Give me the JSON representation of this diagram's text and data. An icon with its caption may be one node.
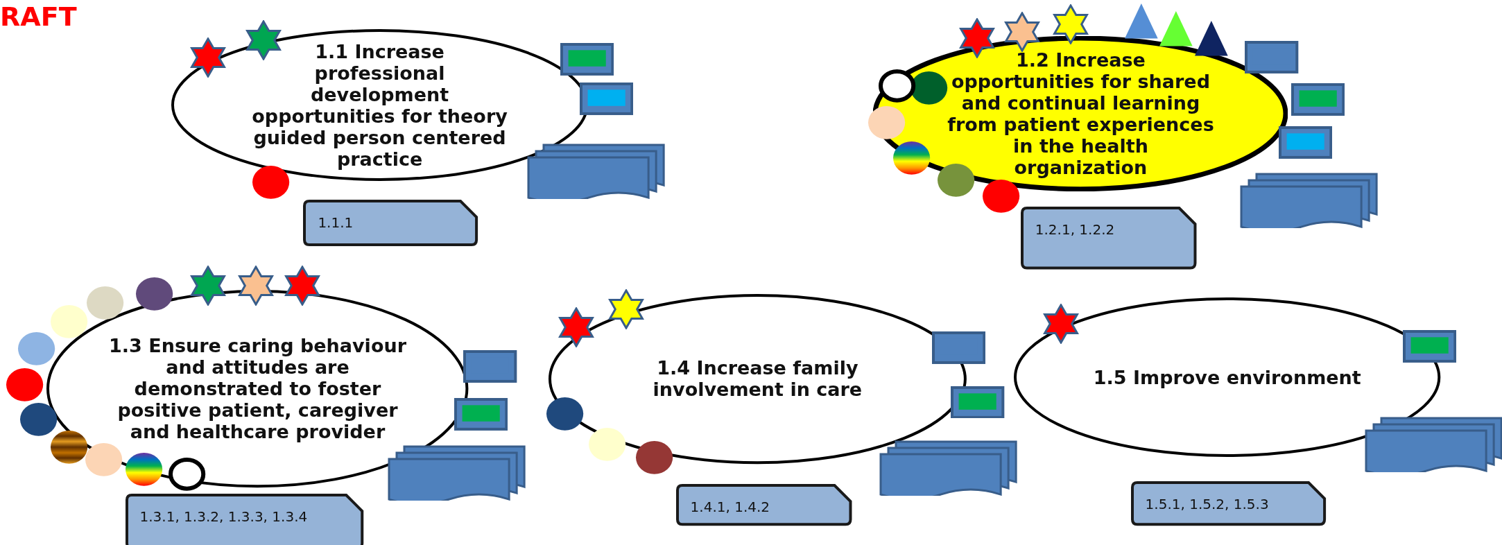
{
  "diagram": {
    "nodes": [
      {
        "text": [
          "1.1 Increase professional development opportunities for theory guided person centered practice"
        ]
      },
      {
        "text": [
          "1.1.1"
        ]
      },
      {
        "text": [
          "1.2 Increase opportunities for shared and continual learning from patient experiences in the health organization"
        ]
      },
      {
        "text": [
          "1.2.1, 1.2.2"
        ]
      },
      {
        "text": [
          "1.3 Ensure caring behaviour and attitudes are demonstrated to foster positive patient, caregiver and healthcare provider"
        ]
      },
      {
        "text": [
          "1.3.1, 1.3.2, 1.3.3, 1.3.4"
        ]
      },
      {
        "text": [
          "1.4 Increase family involvement in care"
        ]
      },
      {
        "text": [
          "1.4.1, 1.4.2"
        ]
      },
      {
        "text": [
          "1.5 Improve environment"
        ]
      },
      {
        "text": [
          "1.5.1, 1.5.2, 1.5.3"
        ]
      }
    ],
    "edges": [],
    "labels": [
      "RAFT"
    ]
  }
}
